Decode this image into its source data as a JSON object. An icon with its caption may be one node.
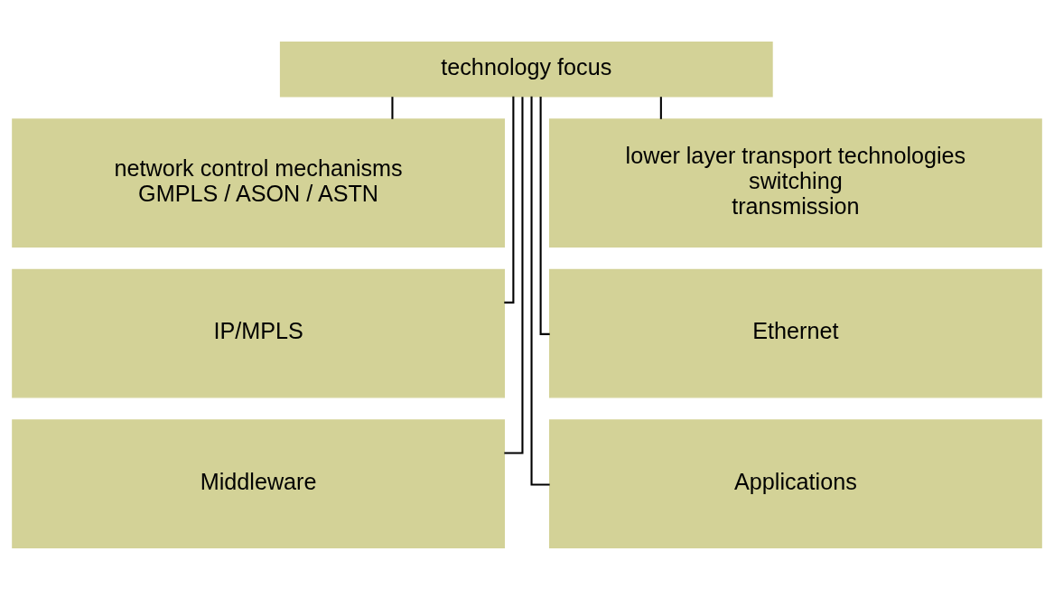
{
  "diagram": {
    "nodes": [
      {
        "text": [
          "technology focus"
        ]
      },
      {
        "text": [
          "network control mechanisms",
          "GMPLS / ASON / ASTN"
        ]
      },
      {
        "text": [
          "lower layer transport technologies",
          "switching",
          "transmission"
        ]
      },
      {
        "text": [
          "IP/MPLS"
        ]
      },
      {
        "text": [
          "Ethernet"
        ]
      },
      {
        "text": [
          "Middleware"
        ]
      },
      {
        "text": [
          "Applications"
        ]
      }
    ],
    "edges": [
      {
        "from": 0,
        "to": 1,
        "arrow": "none"
      },
      {
        "from": 0,
        "to": 2,
        "arrow": "none"
      },
      {
        "from": 0,
        "to": 3,
        "arrow": "none"
      },
      {
        "from": 0,
        "to": 4,
        "arrow": "none"
      },
      {
        "from": 0,
        "to": 5,
        "arrow": "none"
      },
      {
        "from": 0,
        "to": 6,
        "arrow": "none"
      }
    ]
  }
}
